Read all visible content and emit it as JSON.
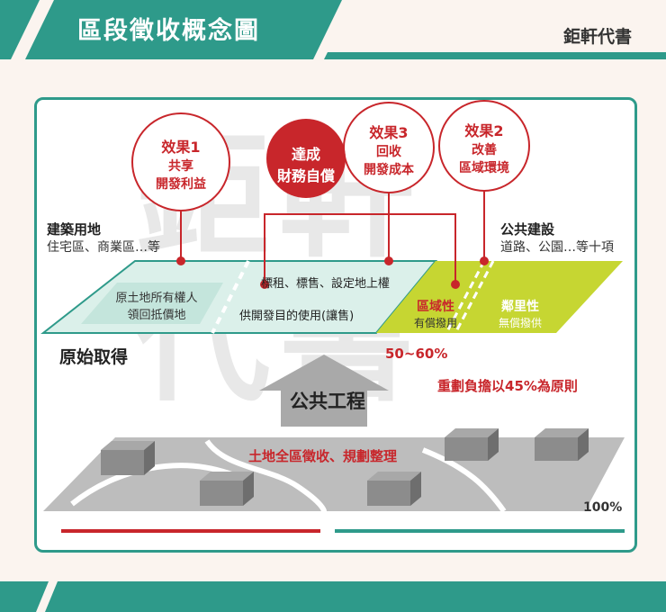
{
  "header": {
    "title": "區段徵收概念圖",
    "brand": "鉅軒代書"
  },
  "watermark": "鉅軒代書",
  "circles": {
    "effect1": {
      "title": "效果1",
      "line1": "共享",
      "line2": "開發利益"
    },
    "achieve": {
      "line1": "達成",
      "line2": "財務自償"
    },
    "effect3": {
      "title": "效果3",
      "line1": "回收",
      "line2": "開發成本"
    },
    "effect2": {
      "title": "效果2",
      "line1": "改善",
      "line2": "區域環境"
    }
  },
  "left_label": {
    "title": "建築用地",
    "sub": "住宅區、商業區…等"
  },
  "right_label": {
    "title": "公共建設",
    "sub": "道路、公園…等十項"
  },
  "land": {
    "original_owner": {
      "line1": "原土地所有權人",
      "line2": "領回抵價地"
    },
    "bid": "標租、標售、設定地上權",
    "supply": "供開發目的使用(讓售)",
    "regional": {
      "title": "區域性",
      "sub": "有償撥用"
    },
    "neighborhood": {
      "title": "鄰里性",
      "sub": "無償撥供"
    }
  },
  "original_acquisition": "原始取得",
  "percent_range": "50~60%",
  "public_works": "公共工程",
  "burden_rule": "重劃負擔以45%為原則",
  "bottom_caption": "土地全區徵收、規劃整理",
  "percent_total": "100%",
  "colors": {
    "teal": "#2e9a8a",
    "red": "#c8262b",
    "green_yellow": "#c6d632",
    "gray": "#bdbdbd"
  }
}
